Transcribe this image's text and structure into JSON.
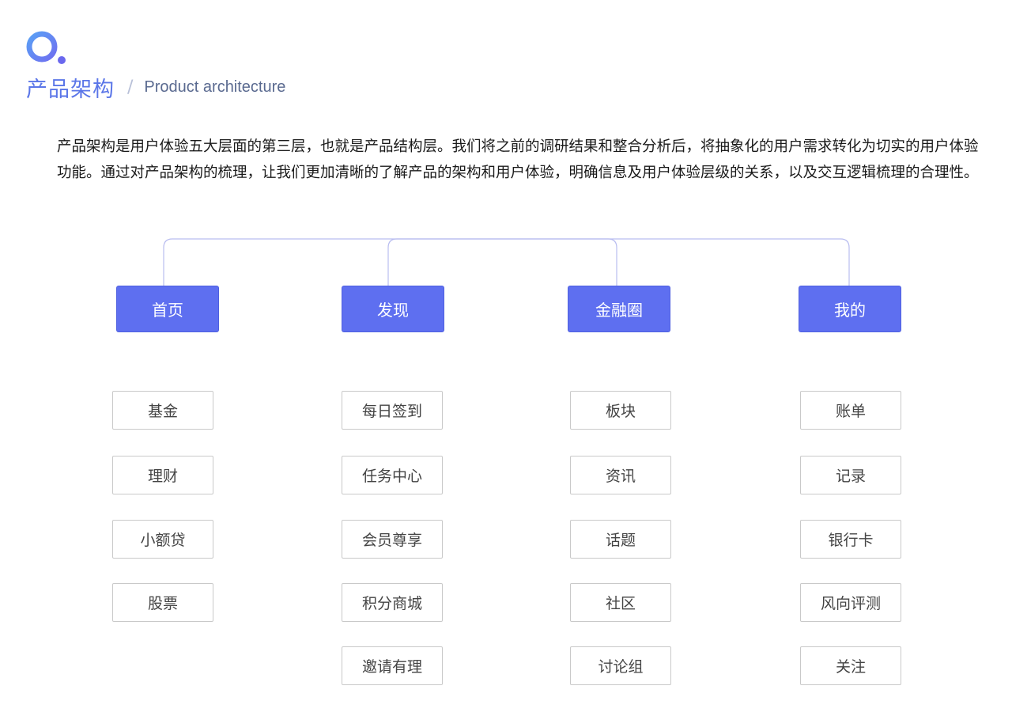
{
  "header": {
    "title_cn": "产品架构",
    "separator": "/",
    "title_en": "Product architecture"
  },
  "description": "产品架构是用户体验五大层面的第三层，也就是产品结构层。我们将之前的调研结果和整合分析后，将抽象化的用户需求转化为切实的用户体验功能。通过对产品架构的梳理，让我们更加清晰的了解产品的架构和用户体验，明确信息及用户体验层级的关系，以及交互逻辑梳理的合理性。",
  "colors": {
    "accent": "#5e6ff0",
    "title": "#5b76e8",
    "connector": "#b9bdf0",
    "item_border": "#c9c9c9"
  },
  "columns": [
    {
      "category": "首页",
      "items": [
        "基金",
        "理财",
        "小额贷",
        "股票"
      ]
    },
    {
      "category": "发现",
      "items": [
        "每日签到",
        "任务中心",
        "会员尊享",
        "积分商城",
        "邀请有理"
      ]
    },
    {
      "category": "金融圈",
      "items": [
        "板块",
        "资讯",
        "话题",
        "社区",
        "讨论组"
      ]
    },
    {
      "category": "我的",
      "items": [
        "账单",
        "记录",
        "银行卡",
        "风向评测",
        "关注"
      ]
    }
  ]
}
